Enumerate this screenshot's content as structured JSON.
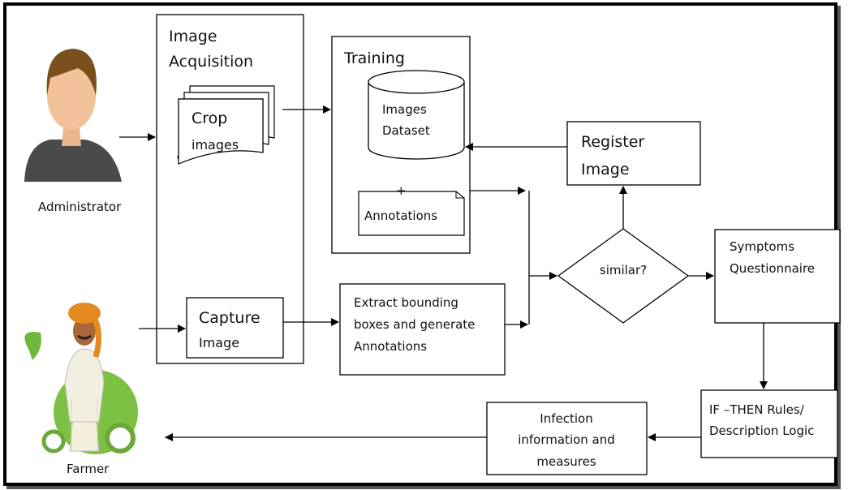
{
  "actors": {
    "administrator": "Administrator",
    "farmer": "Farmer"
  },
  "image_acquisition": {
    "title_line1": "Image",
    "title_line2": "Acquisition",
    "crop_line1": "Crop",
    "crop_line2": "images",
    "capture_line1": "Capture",
    "capture_line2": "Image"
  },
  "training": {
    "title": "Training",
    "dataset_line1": "Images",
    "dataset_line2": "Dataset",
    "plus": "+",
    "annotations": "Annotations"
  },
  "register": {
    "line1": "Register",
    "line2": "Image"
  },
  "decision": {
    "label": "similar?"
  },
  "extract": {
    "line1": "Extract bounding",
    "line2": "boxes and generate",
    "line3": "Annotations"
  },
  "symptoms": {
    "line1": "Symptoms",
    "line2": "Questionnaire"
  },
  "rules": {
    "line1": "IF –THEN Rules/",
    "line2": "Description Logic"
  },
  "infection": {
    "line1": "Infection",
    "line2": "information and",
    "line3": "measures"
  },
  "colors": {
    "stroke": "#000000",
    "admin_skin": "#f2c29a",
    "admin_hair": "#7a4f1c",
    "admin_shirt": "#4a4a4a",
    "farmer_green": "#7cc142",
    "farmer_turban": "#e58a1f",
    "farmer_skin": "#a8663a"
  }
}
